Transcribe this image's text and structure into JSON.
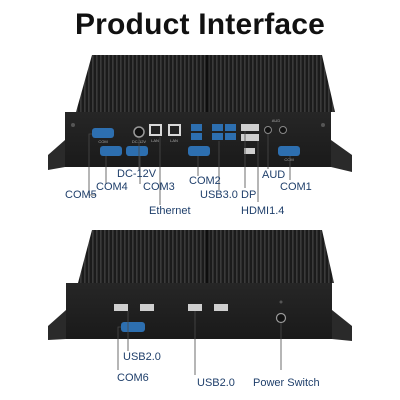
{
  "title": "Product Interface",
  "colors": {
    "chassis": "#232323",
    "fins": "#141414",
    "port_blue": "#2d6fb0",
    "label_text": "#1f3f6b",
    "leader": "#4a4a4a"
  },
  "top_view": {
    "silk": [
      "COM",
      "DC-12V",
      "LAN",
      "LAN",
      "COM",
      "AUD"
    ],
    "callouts": [
      "COM5",
      "COM4",
      "DC-12V",
      "COM3",
      "Ethernet",
      "COM2",
      "USB3.0",
      "DP",
      "HDMI1.4",
      "AUD",
      "COM1"
    ]
  },
  "bottom_view": {
    "callouts": [
      "USB2.0",
      "COM6",
      "USB2.0",
      "Power Switch"
    ]
  }
}
